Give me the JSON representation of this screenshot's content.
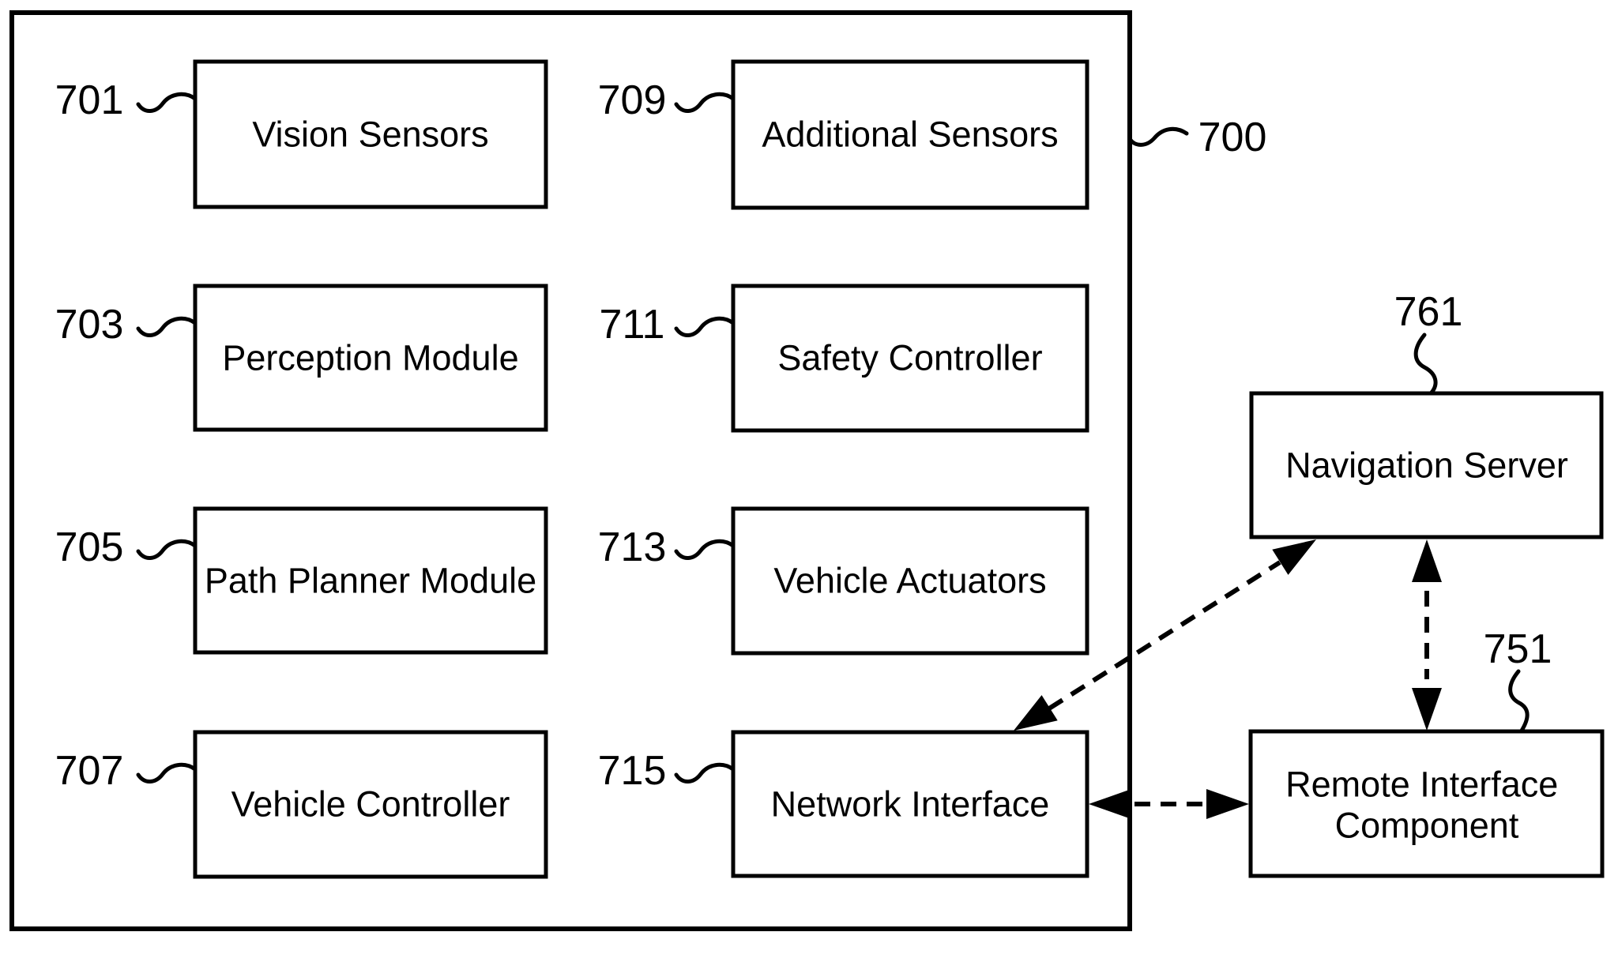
{
  "figure": {
    "background_color": "#ffffff",
    "line_color": "#000000",
    "type": "patent-block-diagram"
  },
  "system_box": {
    "ref": "700"
  },
  "modules": [
    {
      "id": "vision-sensors",
      "ref": "701",
      "label": "Vision Sensors"
    },
    {
      "id": "perception-module",
      "ref": "703",
      "label": "Perception Module"
    },
    {
      "id": "path-planner-module",
      "ref": "705",
      "label": "Path Planner Module"
    },
    {
      "id": "vehicle-controller",
      "ref": "707",
      "label": "Vehicle Controller"
    },
    {
      "id": "additional-sensors",
      "ref": "709",
      "label": "Additional Sensors"
    },
    {
      "id": "safety-controller",
      "ref": "711",
      "label": "Safety Controller"
    },
    {
      "id": "vehicle-actuators",
      "ref": "713",
      "label": "Vehicle Actuators"
    },
    {
      "id": "network-interface",
      "ref": "715",
      "label": "Network Interface"
    }
  ],
  "external": [
    {
      "id": "navigation-server",
      "ref": "761",
      "label": "Navigation Server"
    },
    {
      "id": "remote-interface-component",
      "ref": "751",
      "label_line1": "Remote Interface",
      "label_line2": "Component"
    }
  ],
  "connections": [
    {
      "from": "network-interface",
      "to": "navigation-server",
      "style": "dashed",
      "bidirectional": true
    },
    {
      "from": "navigation-server",
      "to": "remote-interface-component",
      "style": "dashed",
      "bidirectional": true
    },
    {
      "from": "network-interface",
      "to": "remote-interface-component",
      "style": "dashed",
      "bidirectional": true
    }
  ]
}
